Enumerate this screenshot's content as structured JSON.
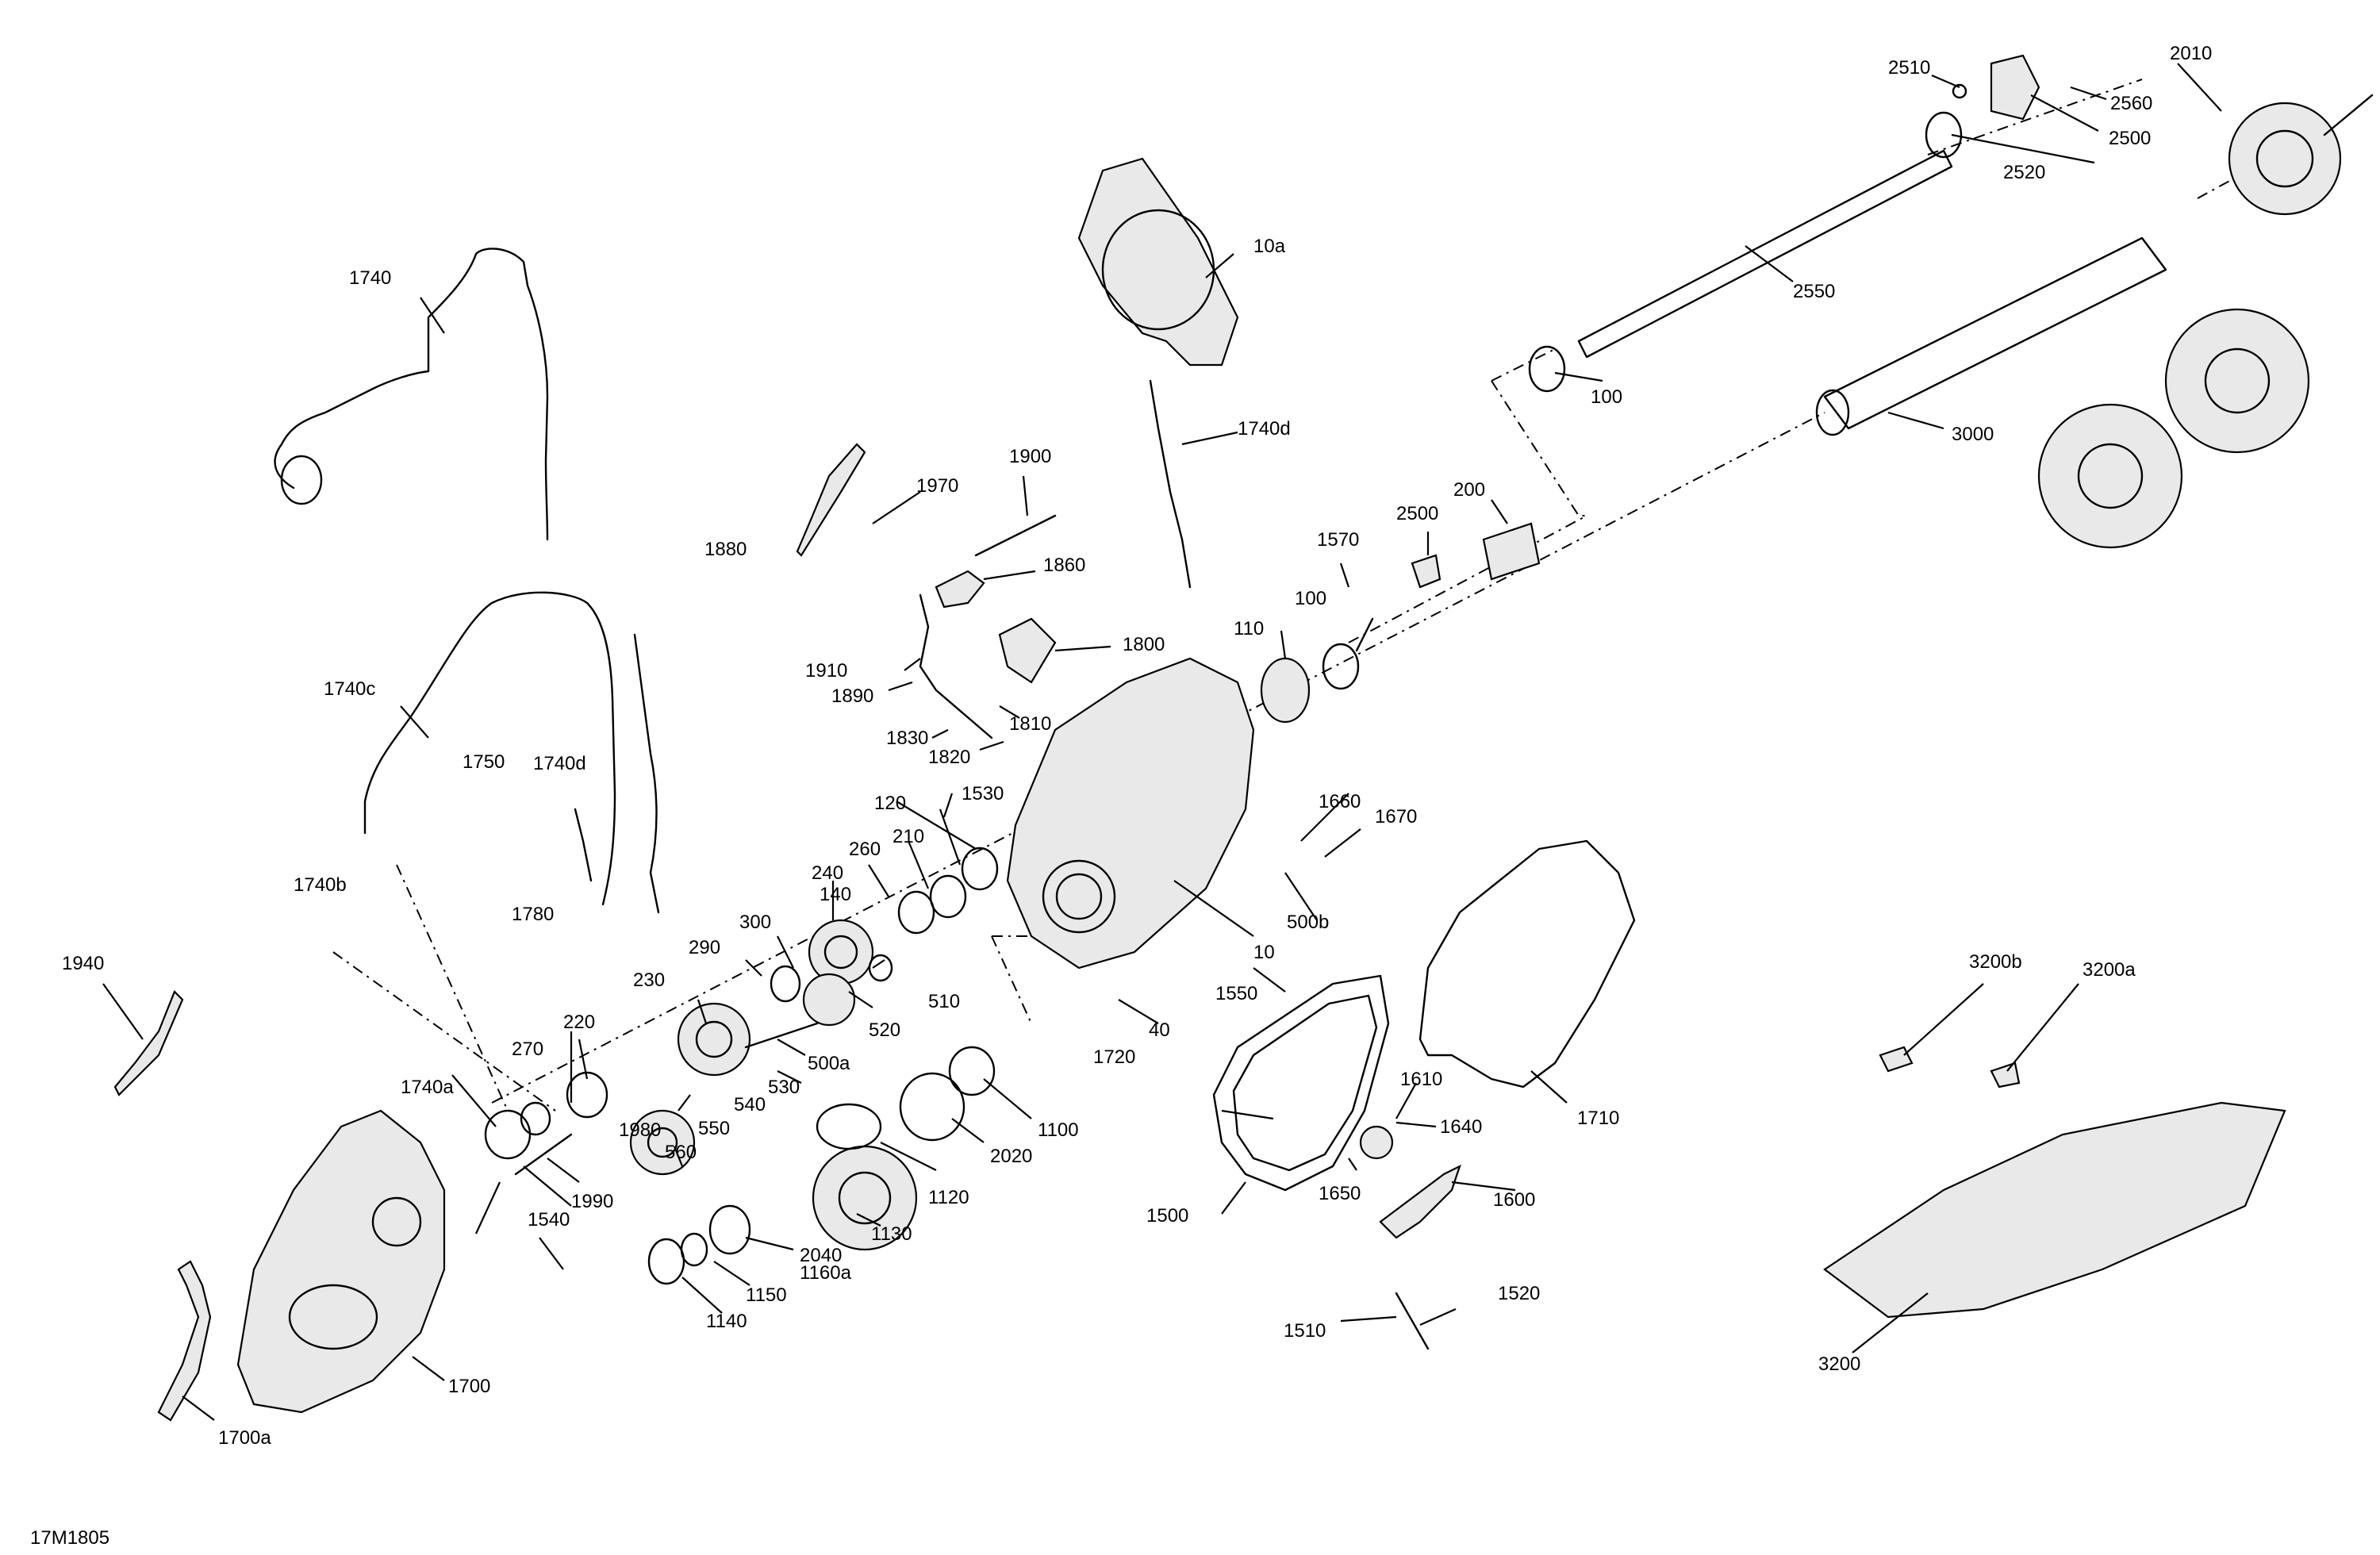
{
  "diagram": {
    "reference_code": "17M1805",
    "callouts": [
      {
        "id": "c-10a",
        "label": "10a"
      },
      {
        "id": "c-10",
        "label": "10"
      },
      {
        "id": "c-40",
        "label": "40"
      },
      {
        "id": "c-100-top",
        "label": "100"
      },
      {
        "id": "c-100-mid",
        "label": "100"
      },
      {
        "id": "c-110",
        "label": "110"
      },
      {
        "id": "c-120",
        "label": "120"
      },
      {
        "id": "c-140",
        "label": "140"
      },
      {
        "id": "c-200",
        "label": "200"
      },
      {
        "id": "c-210",
        "label": "210"
      },
      {
        "id": "c-220",
        "label": "220"
      },
      {
        "id": "c-230",
        "label": "230"
      },
      {
        "id": "c-240",
        "label": "240"
      },
      {
        "id": "c-260",
        "label": "260"
      },
      {
        "id": "c-270",
        "label": "270"
      },
      {
        "id": "c-290",
        "label": "290"
      },
      {
        "id": "c-300",
        "label": "300"
      },
      {
        "id": "c-500a",
        "label": "500a"
      },
      {
        "id": "c-500b",
        "label": "500b"
      },
      {
        "id": "c-510",
        "label": "510"
      },
      {
        "id": "c-520",
        "label": "520"
      },
      {
        "id": "c-530",
        "label": "530"
      },
      {
        "id": "c-540",
        "label": "540"
      },
      {
        "id": "c-550",
        "label": "550"
      },
      {
        "id": "c-560",
        "label": "560"
      },
      {
        "id": "c-1100",
        "label": "1100"
      },
      {
        "id": "c-1120",
        "label": "1120"
      },
      {
        "id": "c-1130",
        "label": "1130"
      },
      {
        "id": "c-1140",
        "label": "1140"
      },
      {
        "id": "c-1150",
        "label": "1150"
      },
      {
        "id": "c-1160a",
        "label": "1160a"
      },
      {
        "id": "c-1500",
        "label": "1500"
      },
      {
        "id": "c-1510",
        "label": "1510"
      },
      {
        "id": "c-1520",
        "label": "1520"
      },
      {
        "id": "c-1530",
        "label": "1530"
      },
      {
        "id": "c-1540",
        "label": "1540"
      },
      {
        "id": "c-1550",
        "label": "1550"
      },
      {
        "id": "c-1570",
        "label": "1570"
      },
      {
        "id": "c-1600",
        "label": "1600"
      },
      {
        "id": "c-1610",
        "label": "1610"
      },
      {
        "id": "c-1640",
        "label": "1640"
      },
      {
        "id": "c-1650",
        "label": "1650"
      },
      {
        "id": "c-1660",
        "label": "1660"
      },
      {
        "id": "c-1670",
        "label": "1670"
      },
      {
        "id": "c-1700",
        "label": "1700"
      },
      {
        "id": "c-1700a",
        "label": "1700a"
      },
      {
        "id": "c-1710",
        "label": "1710"
      },
      {
        "id": "c-1720",
        "label": "1720"
      },
      {
        "id": "c-1740",
        "label": "1740"
      },
      {
        "id": "c-1740a",
        "label": "1740a"
      },
      {
        "id": "c-1740b",
        "label": "1740b"
      },
      {
        "id": "c-1740c",
        "label": "1740c"
      },
      {
        "id": "c-1740d-top",
        "label": "1740d"
      },
      {
        "id": "c-1740d-mid",
        "label": "1740d"
      },
      {
        "id": "c-1750",
        "label": "1750"
      },
      {
        "id": "c-1780",
        "label": "1780"
      },
      {
        "id": "c-1800",
        "label": "1800"
      },
      {
        "id": "c-1810",
        "label": "1810"
      },
      {
        "id": "c-1820",
        "label": "1820"
      },
      {
        "id": "c-1830",
        "label": "1830"
      },
      {
        "id": "c-1860",
        "label": "1860"
      },
      {
        "id": "c-1880",
        "label": "1880"
      },
      {
        "id": "c-1890",
        "label": "1890"
      },
      {
        "id": "c-1900",
        "label": "1900"
      },
      {
        "id": "c-1910",
        "label": "1910"
      },
      {
        "id": "c-1940",
        "label": "1940"
      },
      {
        "id": "c-1970",
        "label": "1970"
      },
      {
        "id": "c-1980",
        "label": "1980"
      },
      {
        "id": "c-1990",
        "label": "1990"
      },
      {
        "id": "c-2010",
        "label": "2010"
      },
      {
        "id": "c-2020",
        "label": "2020"
      },
      {
        "id": "c-2040",
        "label": "2040"
      },
      {
        "id": "c-2500-top",
        "label": "2500"
      },
      {
        "id": "c-2500-mid",
        "label": "2500"
      },
      {
        "id": "c-2510",
        "label": "2510"
      },
      {
        "id": "c-2520",
        "label": "2520"
      },
      {
        "id": "c-2550",
        "label": "2550"
      },
      {
        "id": "c-2560",
        "label": "2560"
      },
      {
        "id": "c-3000",
        "label": "3000"
      },
      {
        "id": "c-3200",
        "label": "3200"
      },
      {
        "id": "c-3200a",
        "label": "3200a"
      },
      {
        "id": "c-3200b",
        "label": "3200b"
      }
    ]
  }
}
